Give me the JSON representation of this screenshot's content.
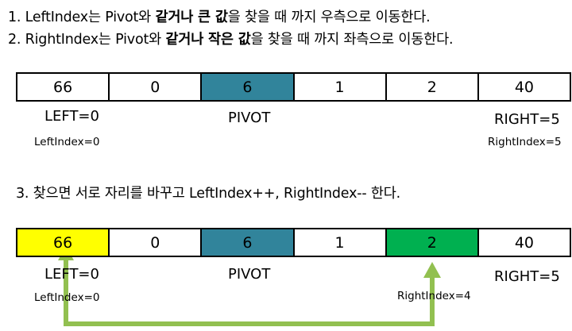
{
  "rules": [
    {
      "pre": "1.  LeftIndex는 Pivot와 ",
      "bold": "같거나 큰 값",
      "post": "을 찾을 때 까지 우측으로 이동한다."
    },
    {
      "pre": "2.  RightIndex는 Pivot와 ",
      "bold": "같거나 작은 값",
      "post": "을 찾을 때 까지 좌측으로 이동한다."
    },
    {
      "text": "3. 찾으면 서로 자리를 바꾸고 LeftIndex++, RightIndex-- 한다."
    }
  ],
  "array1": {
    "cells": [
      "66",
      "0",
      "6",
      "1",
      "2",
      "40"
    ],
    "labels": {
      "left": "LEFT=0",
      "pivot": "PIVOT",
      "right": "RIGHT=5"
    },
    "indices": {
      "left_index": "LeftIndex=0",
      "right_index": "RightIndex=5"
    }
  },
  "array2": {
    "cells": [
      "66",
      "0",
      "6",
      "1",
      "2",
      "40"
    ],
    "labels": {
      "left": "LEFT=0",
      "pivot": "PIVOT",
      "right": "RIGHT=5"
    },
    "indices": {
      "left_index": "LeftIndex=0",
      "right_index": "RightIndex=4"
    }
  },
  "colors": {
    "pivot": "#31849b",
    "left_found": "#ffff00",
    "right_found": "#00b050",
    "arrow": "#92c050"
  }
}
